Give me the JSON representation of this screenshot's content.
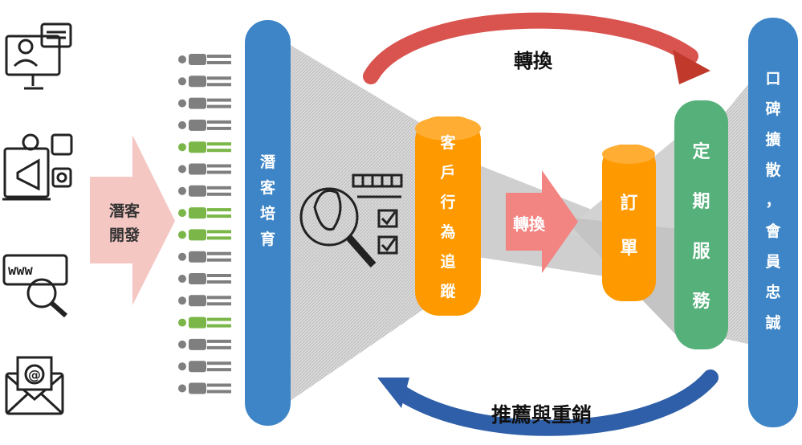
{
  "funnel": {
    "leads_label_1": "潛客",
    "leads_label_2": "開發",
    "nurture_chars": [
      "潛",
      "客",
      "培",
      "育"
    ],
    "tracking_chars": [
      "客",
      "戶",
      "行",
      "為",
      "追",
      "蹤"
    ],
    "order_chars": [
      "訂",
      "單"
    ],
    "service_chars": [
      "定",
      "期",
      "服",
      "務"
    ],
    "loyalty_chars": [
      "口",
      "碑",
      "擴",
      "散",
      "，",
      "會",
      "員",
      "忠",
      "誠"
    ],
    "convert_mid": "轉換",
    "convert_top": "轉換",
    "referral": "推薦與重銷"
  },
  "colors": {
    "nurture": "#3d85c6",
    "tracking": "#ff9900",
    "order": "#ff9900",
    "service": "#55b07a",
    "loyalty": "#3d85c6",
    "arrow_pink": "#f4c7c3",
    "arrow_salmon": "#f28482",
    "arrow_red": "#d9534f",
    "arrow_blue": "#2f5fa8",
    "person_green": "#7ab648",
    "person_gray": "#7f7f7f"
  },
  "icons": [
    "presenter-icon",
    "social-marketing-icon",
    "www-search-icon",
    "email-icon",
    "customer-research-icon"
  ],
  "people": [
    "gray",
    "gray",
    "gray",
    "gray",
    "green",
    "gray",
    "gray",
    "green",
    "green",
    "gray",
    "gray",
    "gray",
    "green",
    "gray",
    "gray",
    "gray"
  ]
}
